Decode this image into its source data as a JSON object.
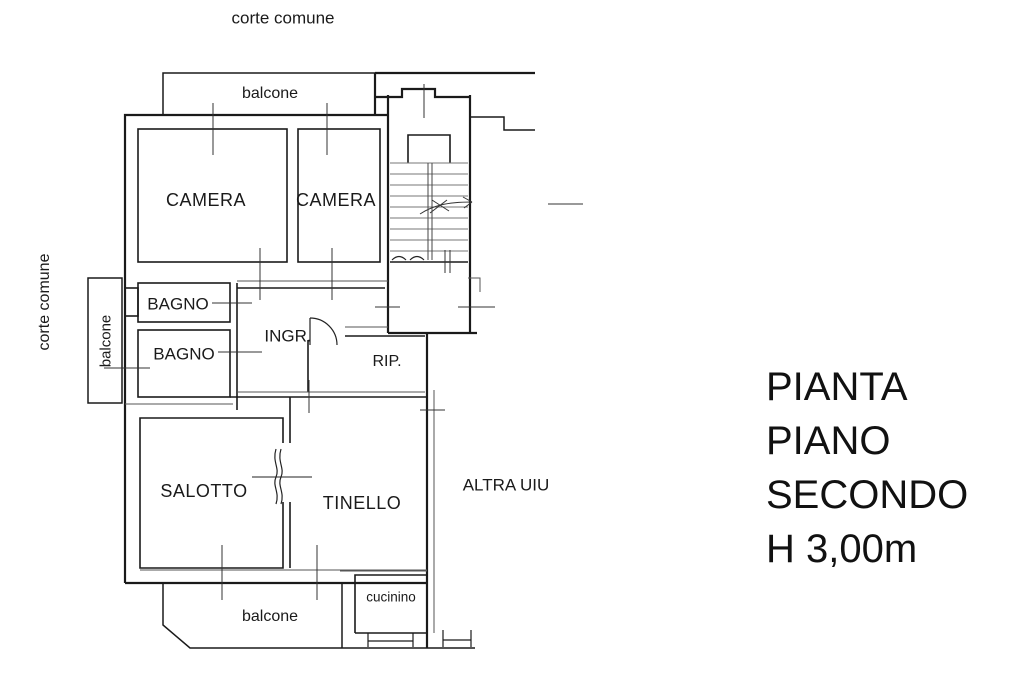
{
  "drawing": {
    "kind": "floor-plan",
    "colors": {
      "background": "#ffffff",
      "wall_line": "#1a1a1a",
      "thin_line": "#555555",
      "tread_line": "#777777",
      "text": "#1a1a1a"
    }
  },
  "labels": {
    "corte_comune_top": "corte comune",
    "corte_comune_left": "corte comune",
    "balcone_top": "balcone",
    "balcone_left": "balcone",
    "balcone_bottom": "balcone",
    "camera_left": "CAMERA",
    "camera_right": "CAMERA",
    "bagno_upper": "BAGNO",
    "bagno_lower": "BAGNO",
    "ingresso": "INGR.",
    "ripostiglio": "RIP.",
    "salotto": "SALOTTO",
    "tinello": "TINELLO",
    "altra_uiu": "ALTRA UIU",
    "cucinino": "cucinino"
  },
  "title_block": {
    "lines": [
      "PIANTA",
      "PIANO",
      "SECONDO",
      "H 3,00m"
    ]
  }
}
